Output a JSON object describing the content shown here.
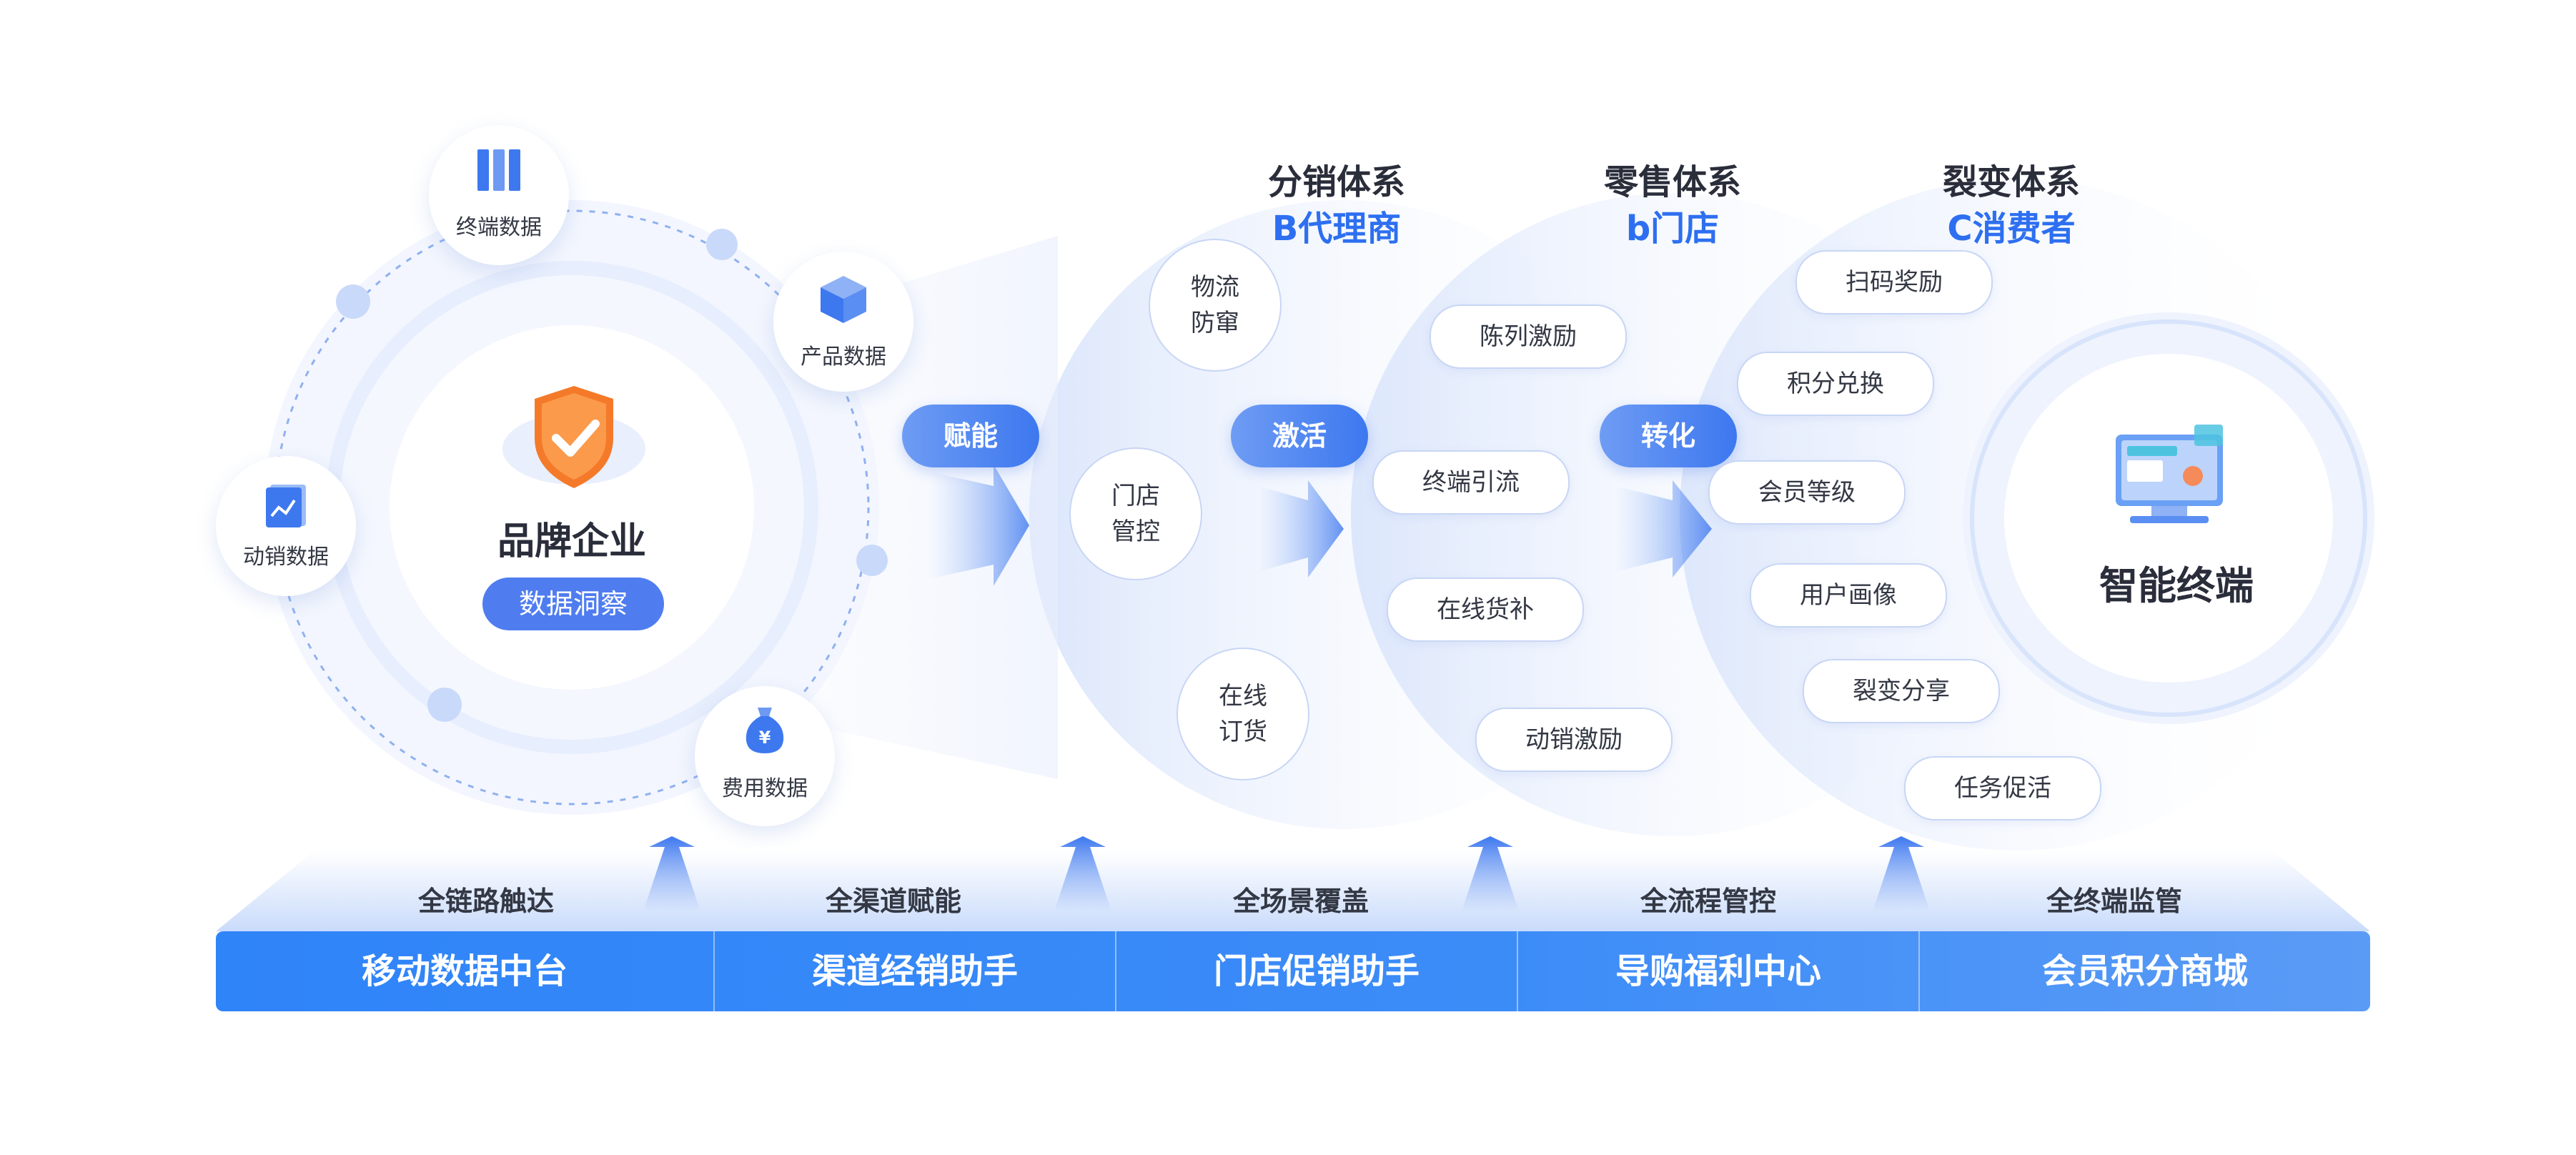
{
  "brand": {
    "title": "品牌企业",
    "pill": "数据洞察"
  },
  "satellites": [
    {
      "label": "终端数据"
    },
    {
      "label": "产品数据"
    },
    {
      "label": "动销数据"
    },
    {
      "label": "费用数据"
    }
  ],
  "arrows": [
    "赋能",
    "激活",
    "转化"
  ],
  "systems": [
    {
      "title": "分销体系",
      "sub": "B代理商"
    },
    {
      "title": "零售体系",
      "sub": "b门店"
    },
    {
      "title": "裂变体系",
      "sub": "C消费者"
    }
  ],
  "distribution_items": [
    "物流\n防窜",
    "门店\n管控",
    "在线\n订货"
  ],
  "retail_items": [
    "陈列激励",
    "终端引流",
    "在线货补",
    "动销激励"
  ],
  "fission_items": [
    "扫码奖励",
    "积分兑换",
    "会员等级",
    "用户画像",
    "裂变分享",
    "任务促活"
  ],
  "terminal": {
    "title": "智能终端"
  },
  "bottom_labels": [
    "全链路触达",
    "全渠道赋能",
    "全场景覆盖",
    "全流程管控",
    "全终端监管"
  ],
  "bottom_bar": [
    "移动数据中台",
    "渠道经销助手",
    "门店促销助手",
    "导购福利中心",
    "会员积分商城"
  ],
  "colors": {
    "accent": "#2d6ff0",
    "bar": "#3c8cf8",
    "shield": "#f47a2a"
  }
}
